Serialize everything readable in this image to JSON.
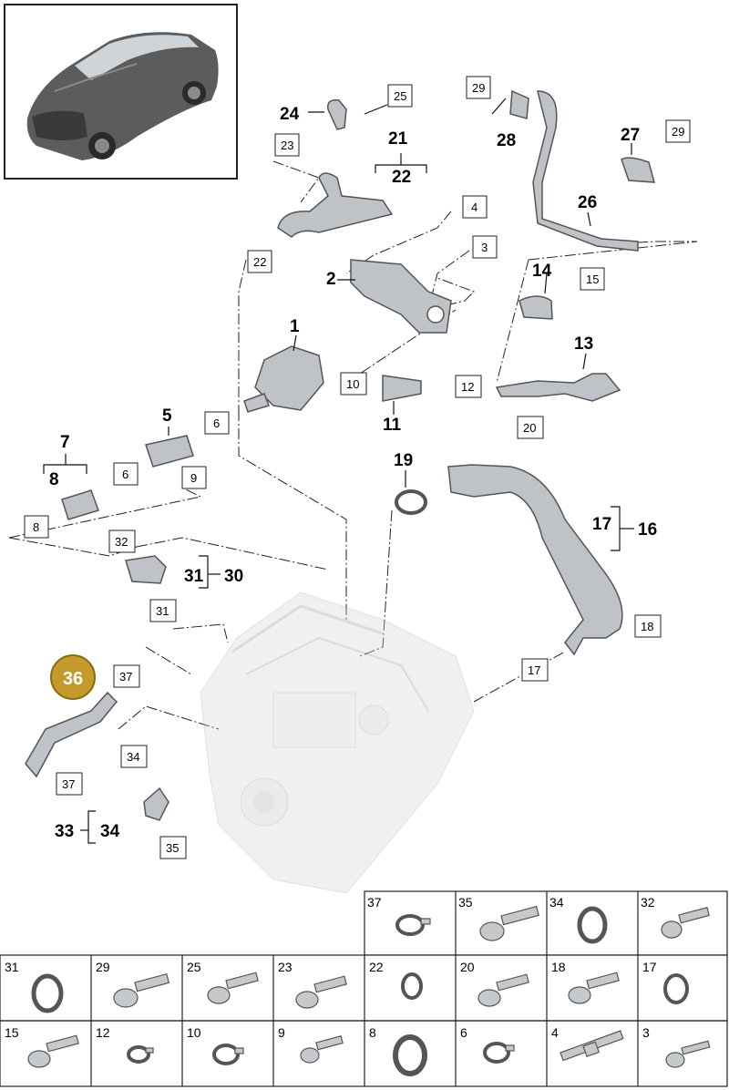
{
  "bold_labels": [
    {
      "id": "b24",
      "text": "24"
    },
    {
      "id": "b21",
      "text": "21"
    },
    {
      "id": "b22",
      "text": "22"
    },
    {
      "id": "b28",
      "text": "28"
    },
    {
      "id": "b27",
      "text": "27"
    },
    {
      "id": "b26",
      "text": "26"
    },
    {
      "id": "b2",
      "text": "2"
    },
    {
      "id": "b14",
      "text": "14"
    },
    {
      "id": "b1",
      "text": "1"
    },
    {
      "id": "b13",
      "text": "13"
    },
    {
      "id": "b11",
      "text": "11"
    },
    {
      "id": "b5",
      "text": "5"
    },
    {
      "id": "b7",
      "text": "7"
    },
    {
      "id": "b8",
      "text": "8"
    },
    {
      "id": "b19",
      "text": "19"
    },
    {
      "id": "b17",
      "text": "17"
    },
    {
      "id": "b16",
      "text": "16"
    },
    {
      "id": "b31",
      "text": "31"
    },
    {
      "id": "b30",
      "text": "30"
    },
    {
      "id": "b33",
      "text": "33"
    },
    {
      "id": "b34",
      "text": "34"
    }
  ],
  "boxed_labels": [
    {
      "id": "x25",
      "text": "25"
    },
    {
      "id": "x23",
      "text": "23"
    },
    {
      "id": "x29a",
      "text": "29"
    },
    {
      "id": "x29b",
      "text": "29"
    },
    {
      "id": "x4",
      "text": "4"
    },
    {
      "id": "x3",
      "text": "3"
    },
    {
      "id": "x22",
      "text": "22"
    },
    {
      "id": "x15",
      "text": "15"
    },
    {
      "id": "x10",
      "text": "10"
    },
    {
      "id": "x12",
      "text": "12"
    },
    {
      "id": "x6a",
      "text": "6"
    },
    {
      "id": "x6b",
      "text": "6"
    },
    {
      "id": "x9",
      "text": "9"
    },
    {
      "id": "x8",
      "text": "8"
    },
    {
      "id": "x20",
      "text": "20"
    },
    {
      "id": "x32",
      "text": "32"
    },
    {
      "id": "x31",
      "text": "31"
    },
    {
      "id": "x18",
      "text": "18"
    },
    {
      "id": "x17",
      "text": "17"
    },
    {
      "id": "x37a",
      "text": "37"
    },
    {
      "id": "x37b",
      "text": "37"
    },
    {
      "id": "x34",
      "text": "34"
    },
    {
      "id": "x35",
      "text": "35"
    }
  ],
  "highlight_badge": {
    "text": "36",
    "color": "#c49a2c"
  },
  "parts_table": {
    "row1": [
      "37",
      "35",
      "34",
      "32"
    ],
    "row2": [
      "31",
      "29",
      "25",
      "23",
      "22",
      "20",
      "18",
      "17"
    ],
    "row3": [
      "15",
      "12",
      "10",
      "9",
      "8",
      "6",
      "4",
      "3"
    ]
  }
}
